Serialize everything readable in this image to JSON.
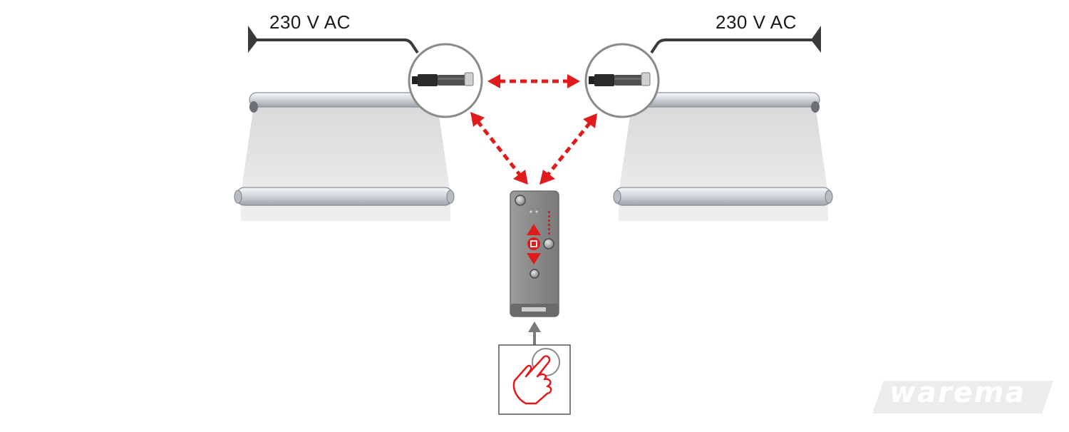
{
  "power_labels": {
    "left": "230 V AC",
    "right": "230 V AC"
  },
  "brand": {
    "logo_text": "warema"
  },
  "icons": {
    "left_awning": "awning-icon",
    "right_awning": "awning-icon",
    "left_receiver": "radio-receiver-icon",
    "right_receiver": "radio-receiver-icon",
    "remote": "hand-transmitter-icon",
    "press_action": "hand-press-button-icon",
    "radio_link": "dashed-double-arrow-icon"
  },
  "colors": {
    "radio_link": "#e01b1b",
    "remote_body": "#8e8e8e",
    "awning_fabric": "#e4e4e4",
    "cable": "#3a3a3a",
    "logo_bg": "#ececec"
  }
}
